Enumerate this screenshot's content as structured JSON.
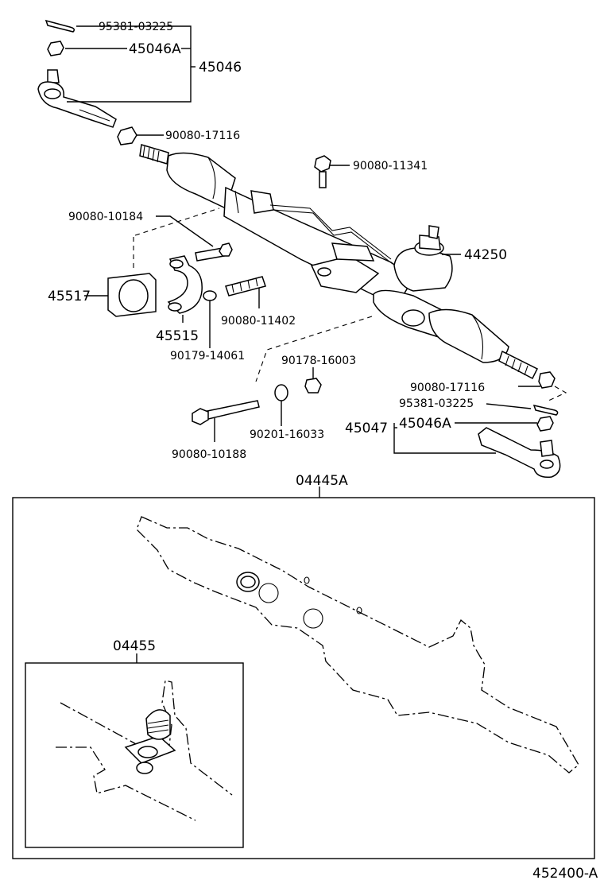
{
  "labels": {
    "tie_rod_cotter_pin_upper": "95381-03225",
    "tie_rod_nut_upper": "45046A",
    "tie_rod_end_sub_assy_upper": "45046",
    "lock_nut_upper": "90080-17116",
    "housing_bolt": "90080-11341",
    "bracket_bolt": "90080-10184",
    "gear_assy": "44250",
    "bracket_cushion": "45517",
    "bracket": "45515",
    "stud_bolt": "90080-11402",
    "washer_small": "90179-14061",
    "nut_small": "90178-16003",
    "lock_nut_lower": "90080-17116",
    "tie_rod_cotter_pin_lower": "95381-03225",
    "tie_rod_end_lower": "45047",
    "tie_rod_nut_lower": "45046A",
    "mount_bolt": "90080-10188",
    "washer_large": "90201-16033",
    "gasket_kit_main": "04445A",
    "gasket_kit_sub": "04455",
    "figure_code": "452400-A"
  }
}
